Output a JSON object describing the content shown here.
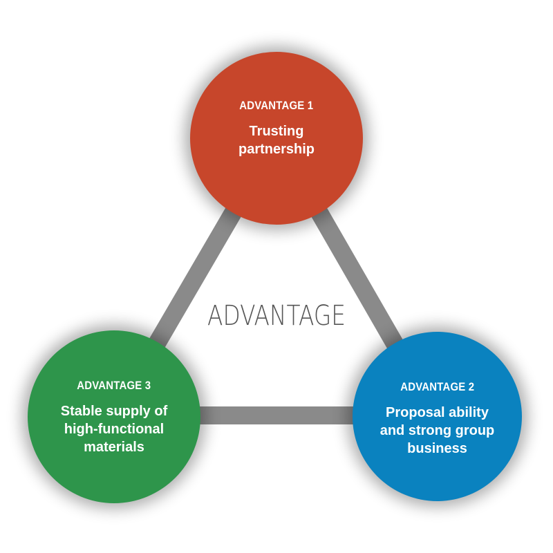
{
  "diagram": {
    "center_label": "ADVANTAGE",
    "connector_color": "#8a8a8a",
    "nodes": [
      {
        "heading": "ADVANTAGE 1",
        "lines": [
          "Trusting",
          "partnership"
        ],
        "color": "#c7462b"
      },
      {
        "heading": "ADVANTAGE 2",
        "lines": [
          "Proposal ability",
          "and strong group",
          "business"
        ],
        "color": "#0a82bf"
      },
      {
        "heading": "ADVANTAGE 3",
        "lines": [
          "Stable supply of",
          "high-functional",
          "materials"
        ],
        "color": "#2e954b"
      }
    ]
  }
}
